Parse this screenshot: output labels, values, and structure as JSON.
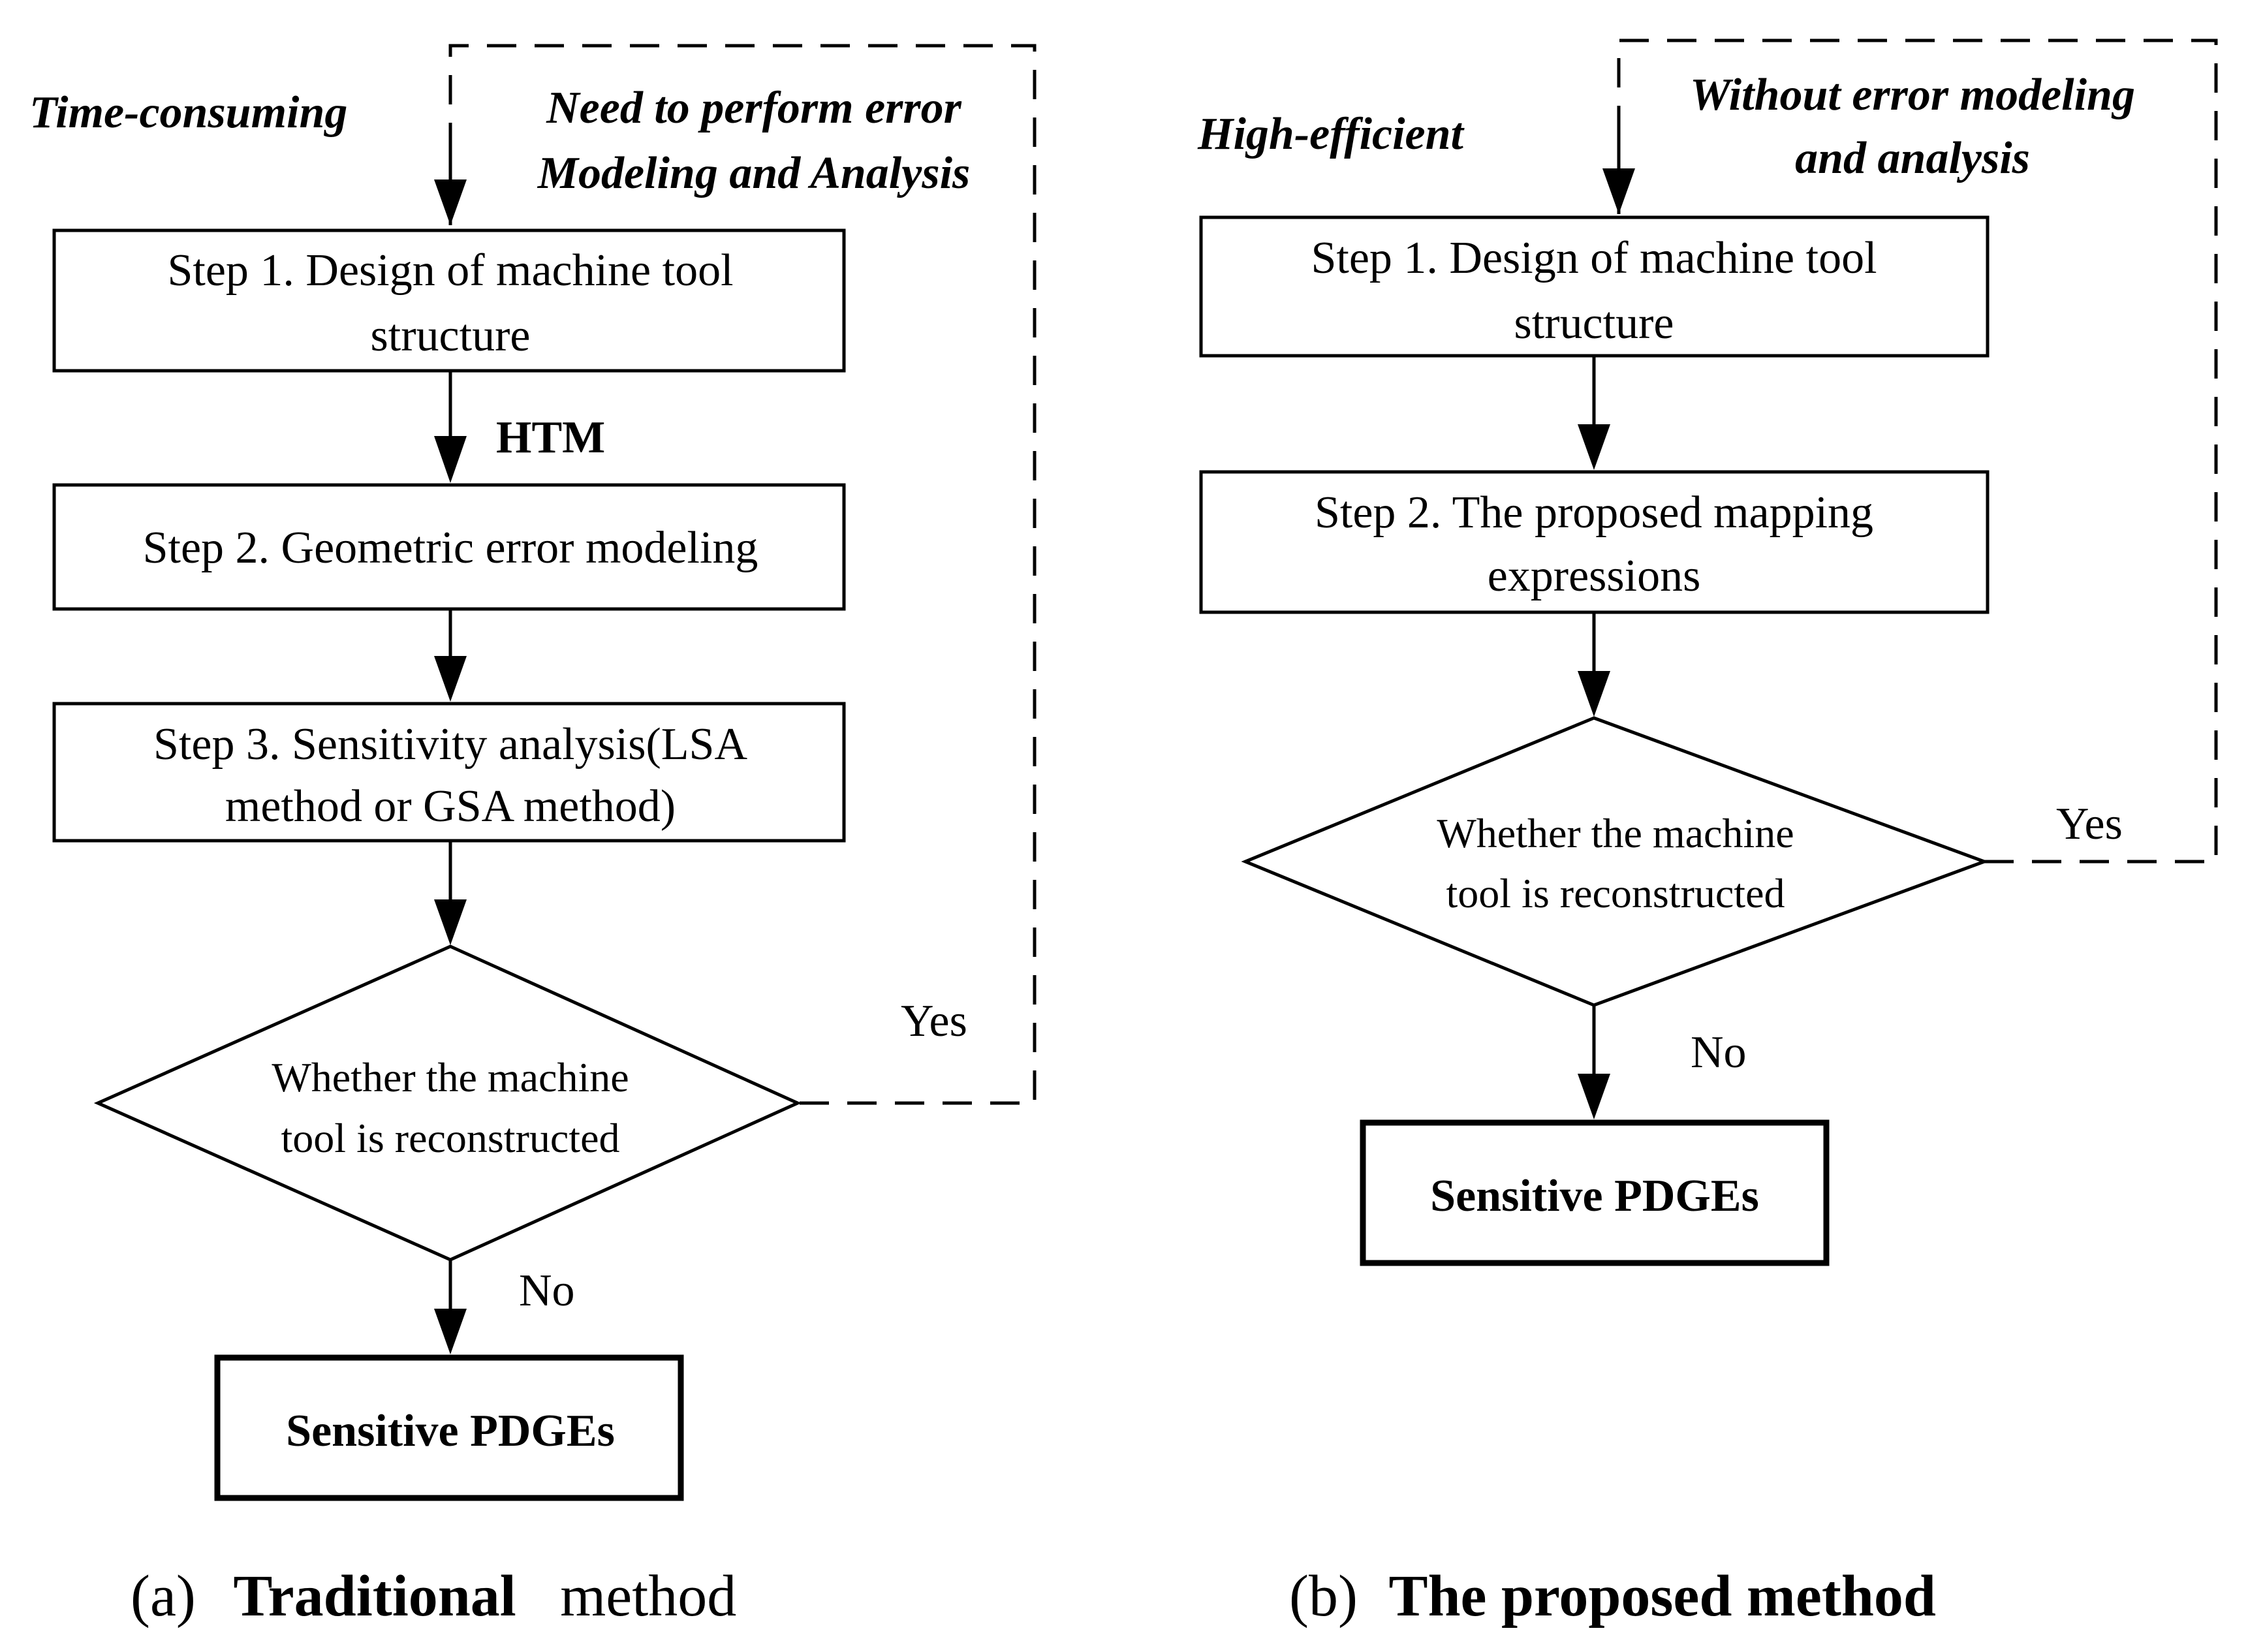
{
  "panel_a": {
    "note_left": "Time-consuming",
    "note_right_line1": "Need to perform error",
    "note_right_line2": "Modeling and Analysis",
    "step1_line1": "Step 1. Design of  machine tool",
    "step1_line2": "structure",
    "edge_label": "HTM",
    "step2": "Step 2. Geometric error modeling",
    "step3_line1": "Step 3. Sensitivity analysis(LSA",
    "step3_line2": "method or GSA method)",
    "decision_line1": "Whether the machine",
    "decision_line2": "tool is reconstructed",
    "yes_label": "Yes",
    "no_label": "No",
    "result": "Sensitive PDGEs",
    "caption_prefix": "(a)",
    "caption_bold": "Traditional",
    "caption_rest": "method"
  },
  "panel_b": {
    "note_left": "High-efficient",
    "note_right_line1": "Without error modeling",
    "note_right_line2": "and analysis",
    "step1_line1": "Step 1. Design of  machine tool",
    "step1_line2": "structure",
    "step2_line1": "Step 2. The proposed mapping",
    "step2_line2": "expressions",
    "decision_line1": "Whether the machine",
    "decision_line2": "tool is reconstructed",
    "yes_label": "Yes",
    "no_label": "No",
    "result": "Sensitive PDGEs",
    "caption_prefix": "(b)",
    "caption_bold": "The proposed method"
  }
}
